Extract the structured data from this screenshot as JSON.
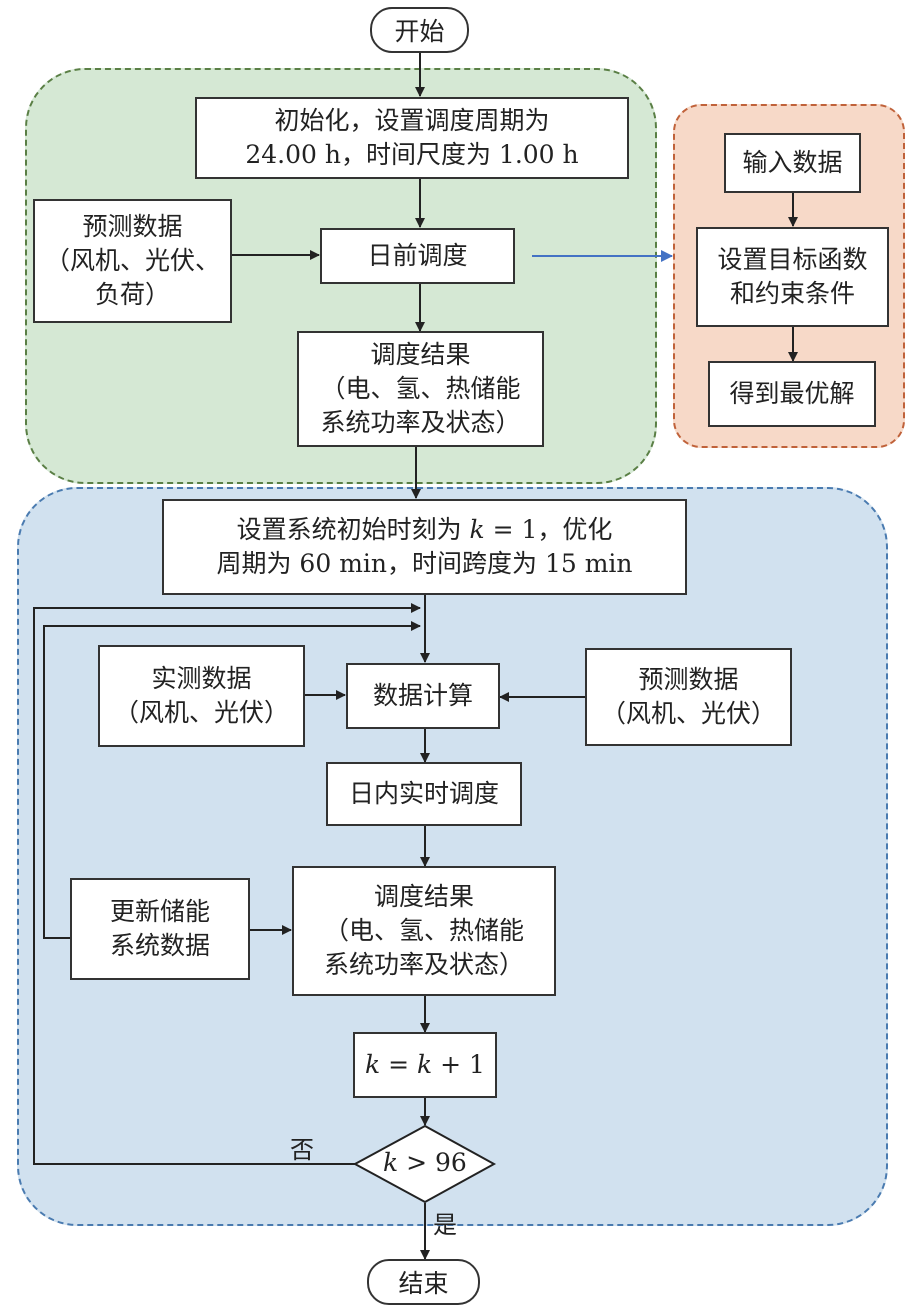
{
  "colors": {
    "green_region_fill": "#d5e8d4",
    "green_region_border": "#5a7f45",
    "orange_region_fill": "#f7d9c8",
    "orange_region_border": "#c0623a",
    "blue_region_fill": "#d1e1ef",
    "blue_region_border": "#4a7bb0",
    "link_arrow": "#4472c4"
  },
  "start": "开始",
  "end": "结束",
  "day_ahead": {
    "init_line1": "初始化，设置调度周期为",
    "init_line2": "24.00 h，时间尺度为 1.00 h",
    "forecast_line1": "预测数据",
    "forecast_line2": "（风机、光伏、",
    "forecast_line3": "负荷）",
    "schedule": "日前调度",
    "result_line1": "调度结果",
    "result_line2": "（电、氢、热储能",
    "result_line3": "系统功率及状态）"
  },
  "solver": {
    "input": "输入数据",
    "objective_line1": "设置目标函数",
    "objective_line2": "和约束条件",
    "optimal": "得到最优解"
  },
  "intraday": {
    "setup_line1_a": "设置系统初始时刻为 ",
    "setup_line1_var": "k",
    "setup_line1_b": " = 1，优化",
    "setup_line2": "周期为 60 min，时间跨度为 15 min",
    "measured_line1": "实测数据",
    "measured_line2": "（风机、光伏）",
    "compute": "数据计算",
    "forecast_line1": "预测数据",
    "forecast_line2": "（风机、光伏）",
    "realtime": "日内实时调度",
    "update_line1": "更新储能",
    "update_line2": "系统数据",
    "result_line1": "调度结果",
    "result_line2": "（电、氢、热储能",
    "result_line3": "系统功率及状态）",
    "increment_var1": "k",
    "increment_mid": " = ",
    "increment_var2": "k",
    "increment_end": " + 1",
    "decision_var": "k",
    "decision_rest": " > 96",
    "no_label": "否",
    "yes_label": "是"
  }
}
